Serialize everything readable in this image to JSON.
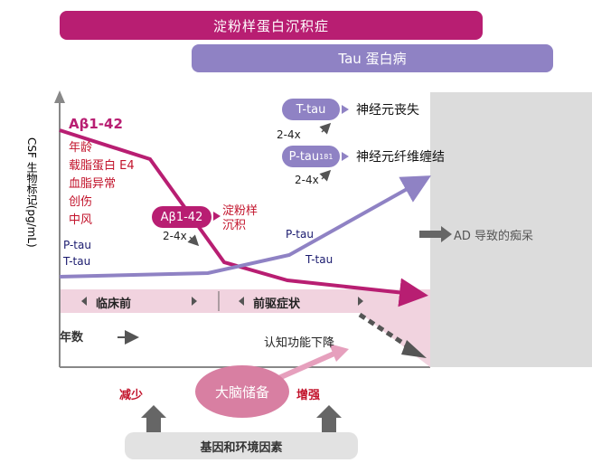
{
  "banners": {
    "amyloid": "淀粉样蛋白沉积症",
    "tau": "Tau 蛋白病"
  },
  "y_axis_label": "CSF 生物标记(pg/mL)",
  "abeta": {
    "title": "Aβ1-42",
    "risk_factors": [
      "年龄",
      "载脂蛋白 E4",
      "血脂异常",
      "创伤",
      "中风"
    ],
    "pill": "Aβ1-42",
    "deposit_label": "淀粉样沉积",
    "fold": "2-4x"
  },
  "tau_markers": {
    "left_ptau": "P-tau",
    "left_ttau": "T-tau",
    "mid_ptau": "P-tau",
    "mid_ttau": "T-tau",
    "ttau_pill": "T-tau",
    "ttau_fold": "2-4x",
    "ttau_outcome": "神经元丧失",
    "ptau_pill_main": "P-tau",
    "ptau_pill_sub": "181",
    "ptau_fold": "2-4x",
    "ptau_outcome": "神经元纤维缠结"
  },
  "stages": {
    "preclinical": "临床前",
    "prodromal": "前驱症状"
  },
  "ad_dementia": "AD 导致的痴呆",
  "years_label": "年数",
  "cognitive_decline": "认知功能下降",
  "reserve": {
    "label": "大脑储备",
    "decrease": "减少",
    "increase": "增强"
  },
  "genes_env": "基因和环境因素",
  "colors": {
    "amyloid": "#b81e72",
    "tau": "#8f82c4",
    "risk_text": "#c2132b",
    "gray": "#6b6b6b"
  }
}
